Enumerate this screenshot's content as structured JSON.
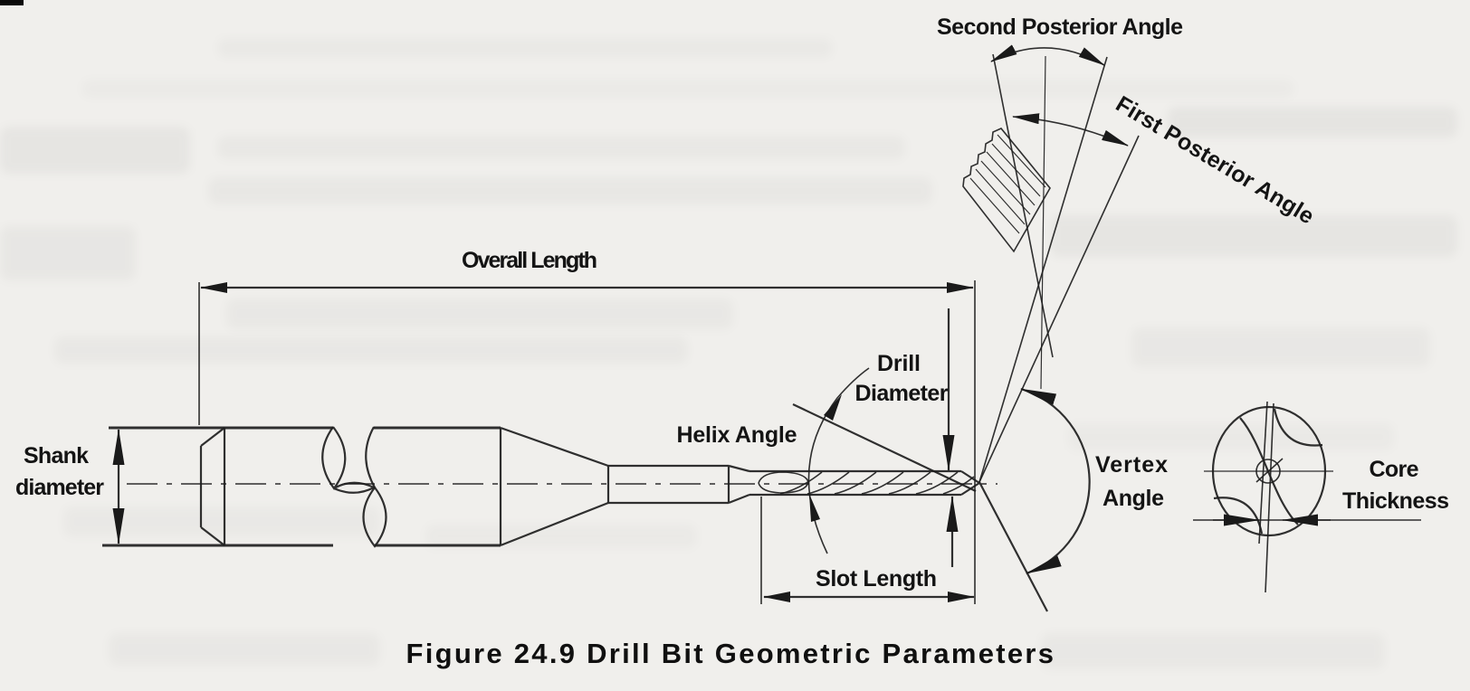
{
  "page": {
    "background_color": "#f0efec",
    "ink_color": "#1e1e1e",
    "description": "Scanned textbook figure of drill bit geometric parameters with bleed-through text artifacts"
  },
  "figure": {
    "caption": "Figure 24.9 Drill Bit Geometric Parameters",
    "labels": {
      "overall_length": "Overall Length",
      "shank_diameter": [
        "Shank",
        "diameter"
      ],
      "helix_angle": "Helix Angle",
      "drill_diameter": [
        "Drill",
        "Diameter"
      ],
      "slot_length": "Slot Length",
      "second_posterior_angle": "Second Posterior Angle",
      "first_posterior_angle": "First Posterior Angle",
      "vertex_angle": [
        "Vertex",
        "Angle"
      ],
      "core_thickness": [
        "Core",
        "Thickness"
      ]
    }
  }
}
